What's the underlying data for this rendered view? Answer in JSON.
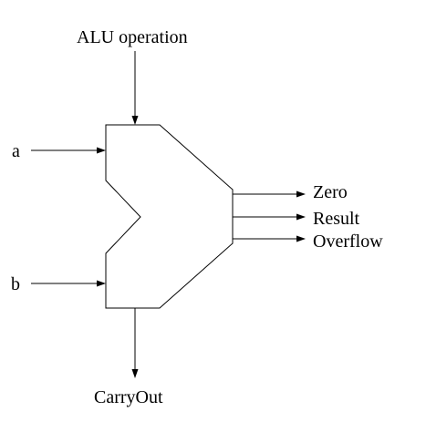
{
  "diagram": {
    "top_input": "ALU operation",
    "left_inputs": [
      "a",
      "b"
    ],
    "right_outputs": [
      "Zero",
      "Result",
      "Overflow"
    ],
    "bottom_output": "CarryOut"
  },
  "colors": {
    "line": "#000000",
    "background": "#ffffff"
  }
}
